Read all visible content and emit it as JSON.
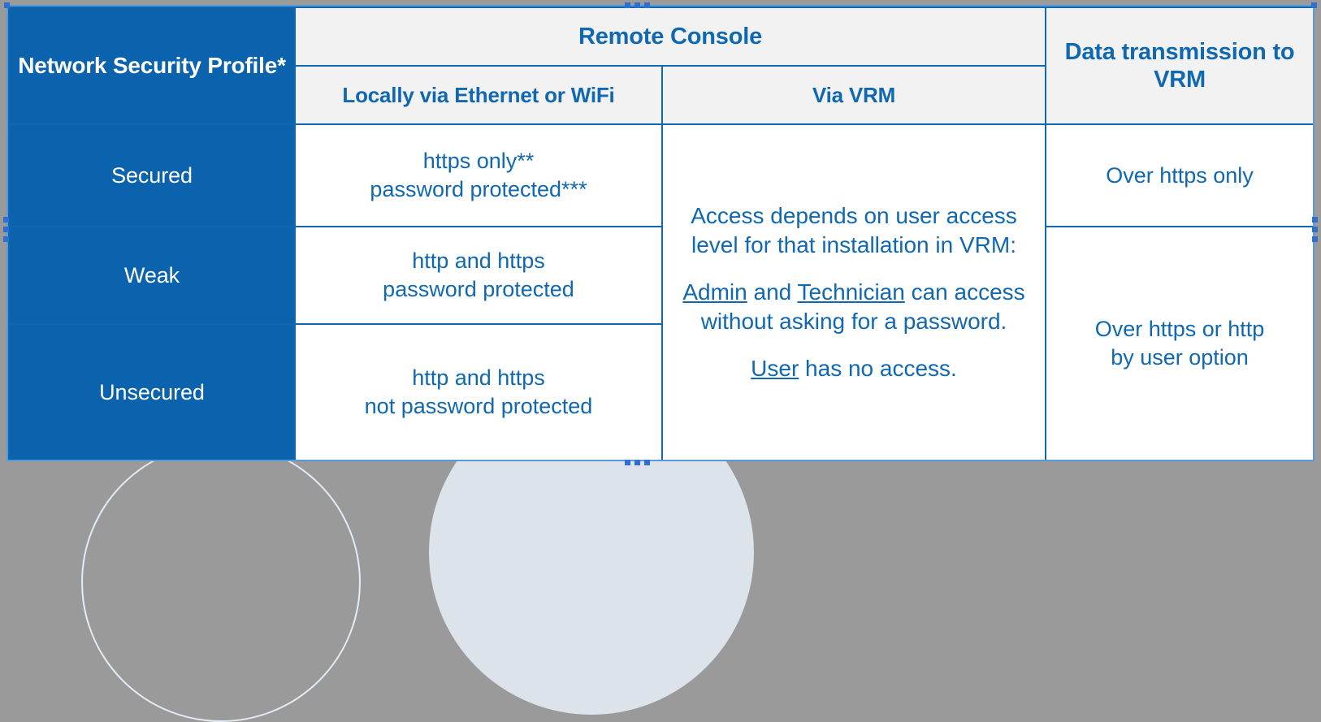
{
  "table": {
    "columns": {
      "profile_header": "Network Security Profile*",
      "remote_console_header": "Remote Console",
      "local_header": "Locally via Ethernet or WiFi",
      "vrm_header": "Via VRM",
      "data_transmission_header": "Data transmission to VRM"
    },
    "vrm_cell": {
      "line1": "Access depends on user access level for that installation in VRM:",
      "line2_pre": "",
      "admin_label": "Admin",
      "and_label": " and ",
      "technician_label": "Technician",
      "can_access_label": " can access without asking for a password.",
      "user_label": "User",
      "user_no_access_label": " has no access."
    },
    "rows": [
      {
        "profile": "Secured",
        "local_line1": "https only**",
        "local_line2": "password protected***",
        "transmission": "Over https only"
      },
      {
        "profile": "Weak",
        "local_line1": "http and https",
        "local_line2": "password protected",
        "transmission_line1": "Over https or http",
        "transmission_line2": "by user option"
      },
      {
        "profile": "Unsecured",
        "local_line1": "http and https",
        "local_line2": "not password protected"
      }
    ]
  },
  "colors": {
    "brand_blue": "#0b63ad",
    "border_blue": "#1068b0",
    "header_gray": "#f2f2f2",
    "selection_blue": "#5b9bd5",
    "canvas_gray": "#9a9a9a"
  }
}
